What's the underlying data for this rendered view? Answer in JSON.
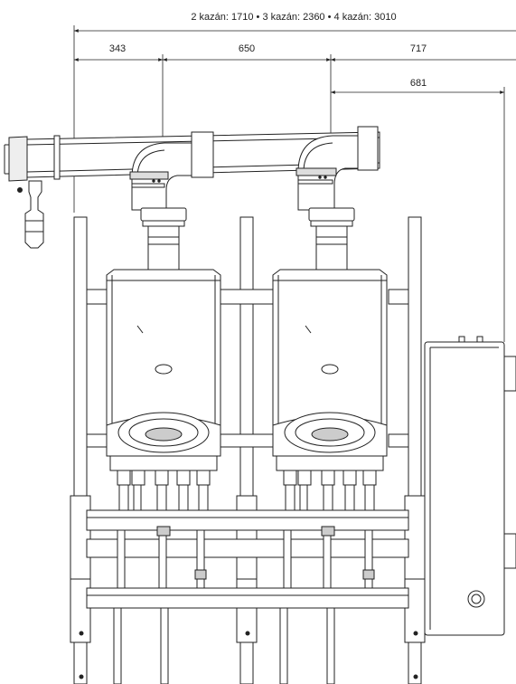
{
  "header": {
    "total_dimension_label": "2 kazán: 1710 • 3 kazán: 2360 • 4 kazán: 3010"
  },
  "dimensions": {
    "dim_1": "343",
    "dim_2": "650",
    "dim_3": "717",
    "dim_4": "681"
  },
  "colors": {
    "line": "#222222",
    "fill": "#ffffff",
    "shade": "#d9d9d9"
  }
}
